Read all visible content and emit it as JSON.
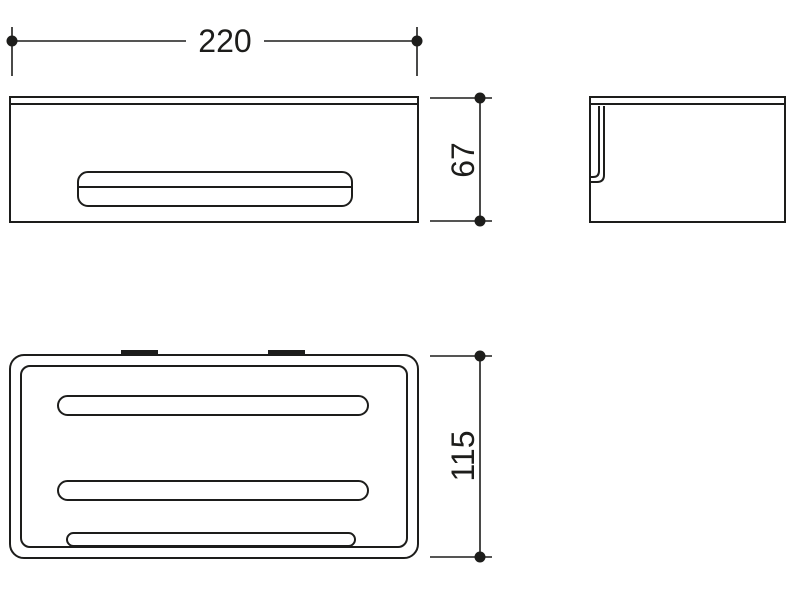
{
  "colors": {
    "background": "#ffffff",
    "line": "#1d1d1b"
  },
  "dims": {
    "width": "220",
    "height": "67",
    "depth": "115"
  }
}
